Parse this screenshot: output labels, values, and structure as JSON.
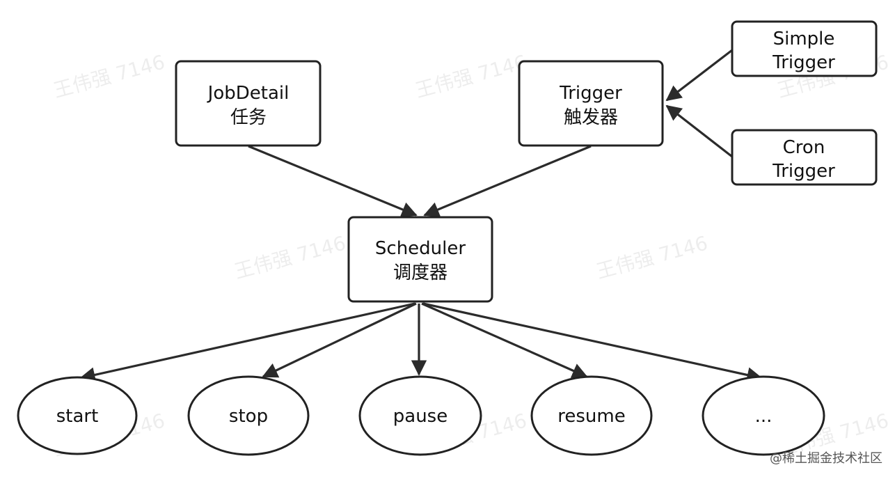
{
  "nodes": {
    "jobdetail": {
      "line1": "JobDetail",
      "line2": "任务"
    },
    "trigger": {
      "line1": "Trigger",
      "line2": "触发器"
    },
    "simple_trigger": {
      "line1": "Simple",
      "line2": "Trigger"
    },
    "cron_trigger": {
      "line1": "Cron",
      "line2": "Trigger"
    },
    "scheduler": {
      "line1": "Scheduler",
      "line2": "调度器"
    },
    "start": {
      "label": "start"
    },
    "stop": {
      "label": "stop"
    },
    "pause": {
      "label": "pause"
    },
    "resume": {
      "label": "resume"
    },
    "more": {
      "label": "..."
    }
  },
  "watermark": "王伟强 7146",
  "credit": "@稀土掘金技术社区",
  "colors": {
    "stroke": "#222222",
    "text": "#111111",
    "background": "#ffffff"
  }
}
